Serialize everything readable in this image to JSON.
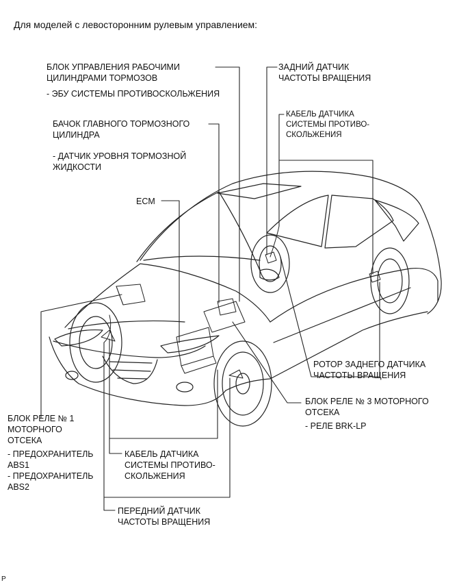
{
  "header": "Для моделей с левосторонним рулевым управлением:",
  "footer_code": "P",
  "callouts": {
    "brake_actuator": {
      "lines": [
        "БЛОК УПРАВЛЕНИЯ РАБОЧИМИ",
        "ЦИЛИНДРАМИ ТОРМОЗОВ"
      ],
      "sub": "- ЭБУ СИСТЕМЫ ПРОТИВОСКОЛЬЖЕНИЯ"
    },
    "master_cylinder": {
      "lines": [
        "БАЧОК ГЛАВНОГО ТОРМОЗНОГО",
        "ЦИЛИНДРА"
      ],
      "sub": [
        "- ДАТЧИК УРОВНЯ ТОРМОЗНОЙ",
        "ЖИДКОСТИ"
      ]
    },
    "ecm": {
      "label": "ECM"
    },
    "rear_speed_sensor": {
      "lines": [
        "ЗАДНИЙ ДАТЧИК",
        "ЧАСТОТЫ ВРАЩЕНИЯ"
      ]
    },
    "rear_cable": {
      "lines": [
        "КАБЕЛЬ ДАТЧИКА",
        "СИСТЕМЫ ПРОТИВО-",
        "СКОЛЬЖЕНИЯ"
      ]
    },
    "rear_rotor": {
      "lines": [
        "РОТОР ЗАДНЕГО ДАТЧИКА",
        "ЧАСТОТЫ ВРАЩЕНИЯ"
      ]
    },
    "relay_block_3": {
      "lines": [
        "БЛОК РЕЛЕ № 3 МОТОРНОГО",
        "ОТСЕКА"
      ],
      "sub": "- РЕЛЕ BRK-LP"
    },
    "relay_block_1": {
      "lines": [
        "БЛОК РЕЛЕ № 1",
        "МОТОРНОГО",
        "ОТСЕКА"
      ],
      "sub": [
        "- ПРЕДОХРАНИТЕЛЬ",
        "ABS1",
        "- ПРЕДОХРАНИТЕЛЬ",
        "ABS2"
      ]
    },
    "front_cable": {
      "lines": [
        "КАБЕЛЬ ДАТЧИКА",
        "СИСТЕМЫ ПРОТИВО-",
        "СКОЛЬЖЕНИЯ"
      ]
    },
    "front_speed_sensor": {
      "lines": [
        "ПЕРЕДНИЙ ДАТЧИК",
        "ЧАСТОТЫ ВРАЩЕНИЯ"
      ]
    }
  }
}
